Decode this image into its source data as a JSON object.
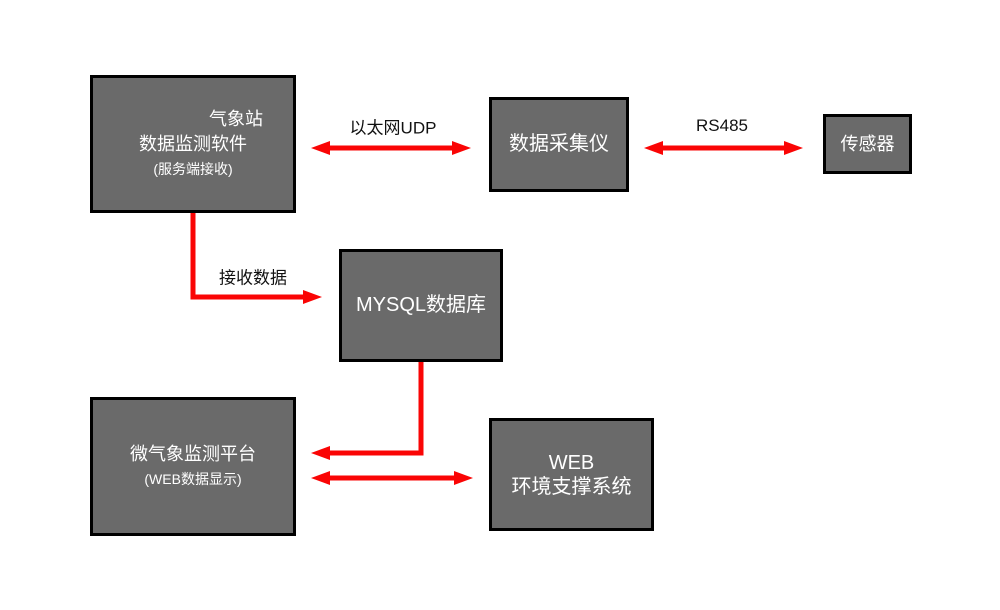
{
  "colors": {
    "background": "#ffffff",
    "box_fill": "#6a6a6a",
    "box_border": "#000000",
    "box_text": "#ffffff",
    "arrow": "#fa0505",
    "edge_label_text": "#111111"
  },
  "nodes": {
    "weather_station": {
      "line1": "气象站",
      "line2": "数据监测软件",
      "line3": "(服务端接收)"
    },
    "data_collector": {
      "label": "数据采集仪"
    },
    "sensor": {
      "label": "传感器"
    },
    "mysql": {
      "label": "MYSQL数据库"
    },
    "platform": {
      "line1": "微气象监测平台",
      "line2": "(WEB数据显示)"
    },
    "web_system": {
      "line1": "WEB",
      "line2": "环境支撑系统"
    }
  },
  "edge_labels": {
    "ethernet": "以太网UDP",
    "rs485": "RS485",
    "receive": "接收数据"
  }
}
